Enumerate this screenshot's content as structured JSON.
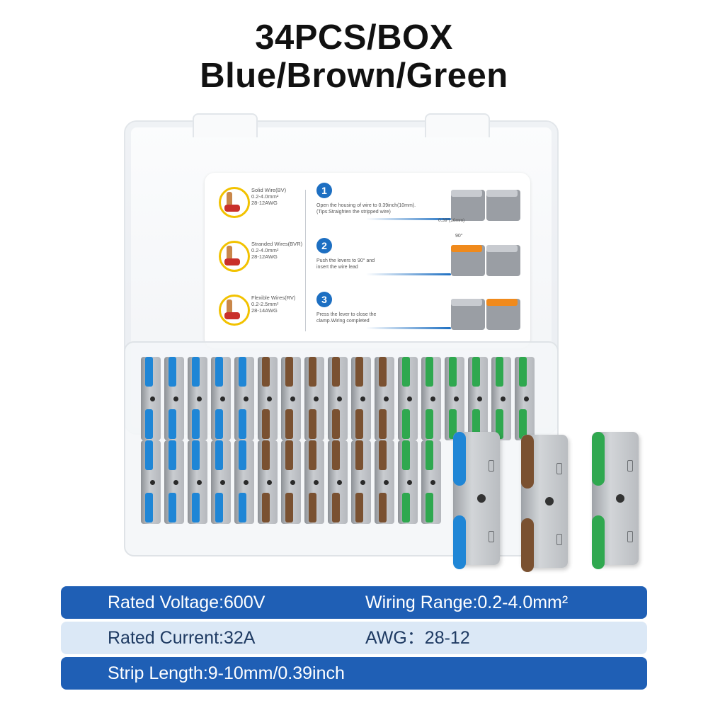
{
  "header": {
    "title_line1": "34PCS/BOX",
    "title_line2": "Blue/Brown/Green"
  },
  "instruction_card": {
    "wire_types": [
      {
        "name": "Solid Wire(BV)",
        "range": "0.2-4.0mm²",
        "awg": "28-12AWG"
      },
      {
        "name": "Stranded Wires(BVR)",
        "range": "0.2-4.0mm²",
        "awg": "28-12AWG"
      },
      {
        "name": "Flexible Wires(RV)",
        "range": "0.2-2.5mm²",
        "awg": "28-14AWG"
      }
    ],
    "steps": [
      {
        "number": "1",
        "line1": "Open the housing of wire to 0.39inch(10mm).",
        "line2": "(Tips:Straighten the stripped wire)"
      },
      {
        "number": "2",
        "line1": "Push the levers to 90° and",
        "line2": "insert the wire lead"
      },
      {
        "number": "3",
        "line1": "Press the lever to close the",
        "line2": "clamp.Wiring completed"
      }
    ],
    "strip_caption": "0.39\"(10mm)",
    "angle_caption": "90°"
  },
  "product": {
    "colors": {
      "blue": "#1f86d6",
      "brown": "#7a5131",
      "green": "#2fa84f"
    },
    "tray_row_colors": [
      "blue",
      "blue",
      "blue",
      "blue",
      "blue",
      "brown",
      "brown",
      "brown",
      "brown",
      "brown",
      "brown",
      "green",
      "green",
      "green",
      "green",
      "green",
      "green"
    ],
    "loose_colors": [
      "blue",
      "brown",
      "green"
    ]
  },
  "specs": {
    "rated_voltage": "Rated Voltage:600V",
    "wiring_range": "Wiring Range:0.2-4.0mm²",
    "rated_current": "Rated Current:32A",
    "awg": "AWG：28-12",
    "strip_length": "Strip Length:9-10mm/0.39inch"
  }
}
